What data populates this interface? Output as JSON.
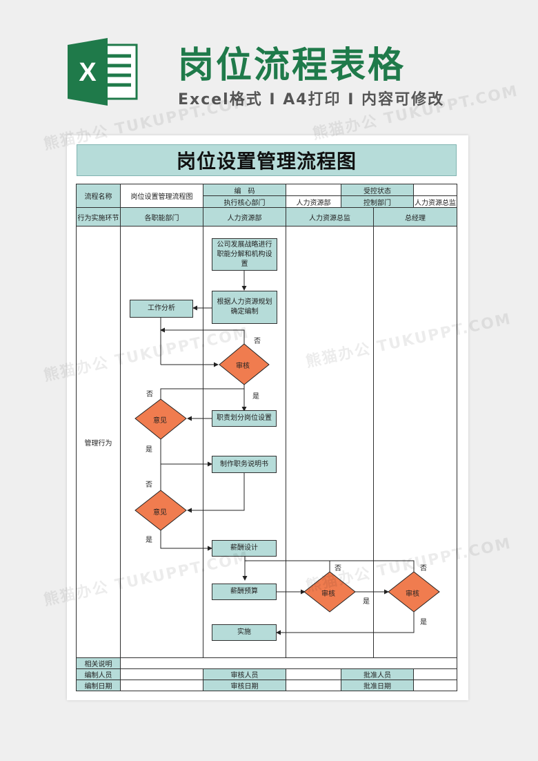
{
  "banner": {
    "title": "岗位流程表格",
    "subtitle": "Excel格式 I A4打印 I 内容可修改",
    "logo_letter": "X",
    "logo_icon": "excel-icon",
    "brand_color": "#1f7a4a"
  },
  "document": {
    "title": "岗位设置管理流程图",
    "header": {
      "flow_name_label": "流程名称",
      "flow_name_value": "岗位设置管理流程图",
      "code_label": "编　码",
      "code_value": "",
      "controlled_label": "受控状态",
      "controlled_value": "",
      "exec_dept_label": "执行核心部门",
      "exec_dept_value": "人力资源部",
      "control_dept_label": "控制部门",
      "control_dept_value": "人力资源总监"
    },
    "columns": {
      "step_label": "行为实施环节",
      "col1": "各职能部门",
      "col2": "人力资源部",
      "col3": "人力资源总监",
      "col4": "总经理"
    },
    "row_label": "管理行为",
    "flow": {
      "step1": "公司发展战略进行职能分解和机构设置",
      "step2": "根据人力资源规划确定编制",
      "job_analysis": "工作分析",
      "review1": "审核",
      "duty_division": "职责划分岗位设置",
      "opinion1": "意见",
      "job_description": "制作职务说明书",
      "opinion2": "意见",
      "salary_design": "薪酬设计",
      "salary_budget": "薪酬预算",
      "review_director": "审核",
      "review_gm": "审核",
      "implement": "实施",
      "yes": "是",
      "no": "否"
    },
    "footer": {
      "notes_label": "相关说明",
      "author_label": "编制人员",
      "reviewer_label": "审核人员",
      "approver_label": "批准人员",
      "author_date_label": "编制日期",
      "review_date_label": "审核日期",
      "approve_date_label": "批准日期"
    },
    "colors": {
      "header_fill": "#b6dcd9",
      "diamond_fill": "#f07c4f"
    }
  },
  "watermark": "熊猫办公 TUKUPPT.COM"
}
